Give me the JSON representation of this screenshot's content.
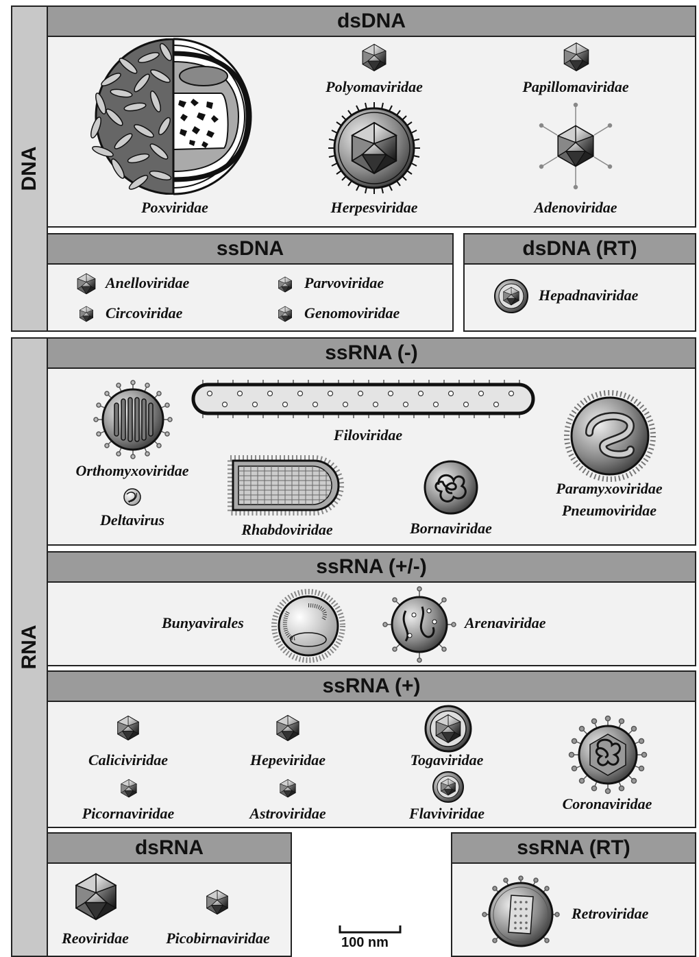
{
  "side_labels": {
    "dna": "DNA",
    "rna": "RNA"
  },
  "sections": {
    "dsdna": "dsDNA",
    "ssdna": "ssDNA",
    "dsdna_rt": "dsDNA (RT)",
    "ssrna_neg": "ssRNA (-)",
    "ssrna_ambi": "ssRNA (+/-)",
    "ssrna_pos": "ssRNA (+)",
    "dsrna": "dsRNA",
    "ssrna_rt": "ssRNA (RT)"
  },
  "families": {
    "poxviridae": "Poxviridae",
    "polyomaviridae": "Polyomaviridae",
    "papillomaviridae": "Papillomaviridae",
    "herpesviridae": "Herpesviridae",
    "adenoviridae": "Adenoviridae",
    "anelloviridae": "Anelloviridae",
    "parvoviridae": "Parvoviridae",
    "circoviridae": "Circoviridae",
    "genomoviridae": "Genomoviridae",
    "hepadnaviridae": "Hepadnaviridae",
    "orthomyxoviridae": "Orthomyxoviridae",
    "filoviridae": "Filoviridae",
    "paramyxoviridae": "Paramyxoviridae",
    "pneumoviridae": "Pneumoviridae",
    "deltavirus": "Deltavirus",
    "rhabdoviridae": "Rhabdoviridae",
    "bornaviridae": "Bornaviridae",
    "bunyavirales": "Bunyavirales",
    "arenaviridae": "Arenaviridae",
    "caliciviridae": "Caliciviridae",
    "hepeviridae": "Hepeviridae",
    "togaviridae": "Togaviridae",
    "coronaviridae": "Coronaviridae",
    "picornaviridae": "Picornaviridae",
    "astroviridae": "Astroviridae",
    "flaviviridae": "Flaviviridae",
    "reoviridae": "Reoviridae",
    "picobirnaviridae": "Picobirnaviridae",
    "retroviridae": "Retroviridae"
  },
  "scale_bar": "100 nm"
}
